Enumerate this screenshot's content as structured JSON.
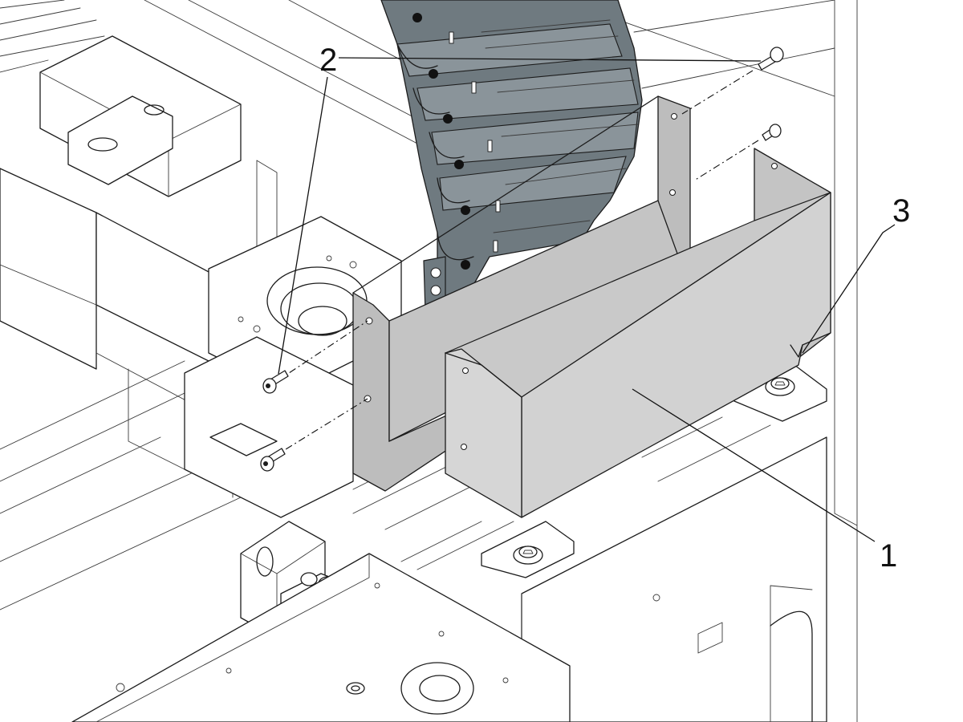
{
  "callouts": {
    "part_1": "1",
    "part_2": "2",
    "part_3": "3"
  },
  "colors": {
    "background": "#ffffff",
    "linework": "#1c1c1c",
    "cable_chain": "#6f7a80",
    "cable_chain_highlight": "#8a949a",
    "cover_front": "#d2d2d2",
    "cover_inner": "#c4c4c4",
    "cover_back": "#bdbdbd"
  }
}
